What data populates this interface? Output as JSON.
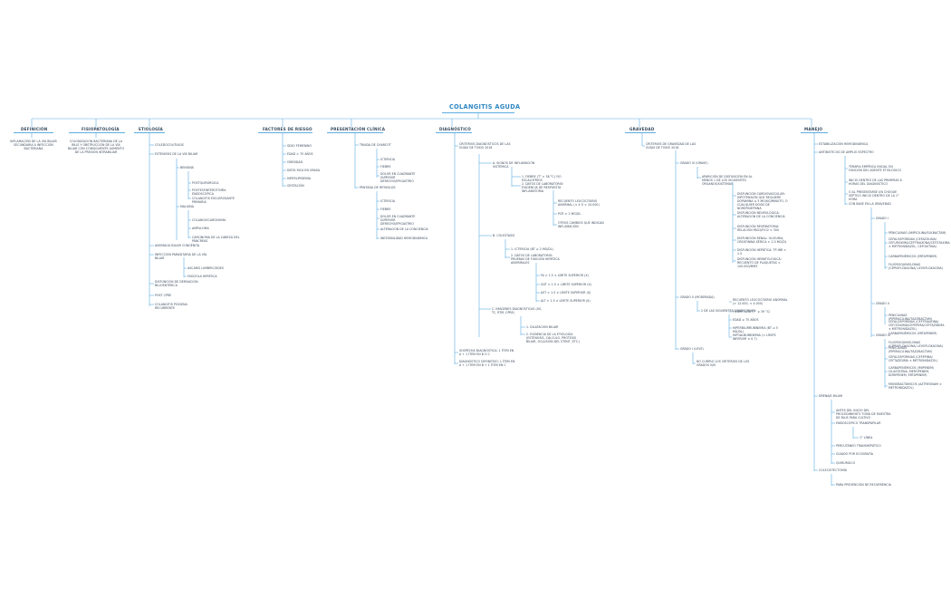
{
  "title": "COLANGITIS AGUDA",
  "sections": {
    "definicion": "DEFINICIÓN",
    "fisiopatologia": "FISIOPATOLOGÍA",
    "etiologia": "ETIOLOGÍA",
    "factores": "FACTORES DE RIESGO",
    "presentacion": "PRESENTACIÓN CLÍNICA",
    "diagnostico": "DIAGNÓSTICO",
    "gravedad": "GRAVEDAD",
    "manejo": "MANEJO"
  },
  "definicion": {
    "text": "INFLAMACIÓN DE LA VÍA BILIAR SECUNDARIA A INFECCIÓN BACTERIANA"
  },
  "fisiopatologia": {
    "text": "COLONIZACIÓN BACTERIANA DE LA BILIS Y OBSTRUCCIÓN DE LA VÍA BILIAR CON CONSIGUIENTE AUMENTO DE LA PRESIÓN INTRABILIAR"
  },
  "etiologia": {
    "i1": "COLEDOCOLITIASIS",
    "i2": "ESTENOSIS DE LA VÍA BILIAR",
    "benigna": "BENIGNA",
    "b1": "POSTQUIRÚRGICA",
    "b2": "POSTESFINTEROTOMÍA ENDOSCÓPICA",
    "b3": "COLANGITIS ESCLEROSANTE PRIMARIA",
    "maligna": "MALIGNA",
    "m1": "COLANGIOCARCINOMA",
    "m2": "AMPULOMA",
    "m3": "CARCINOMA DE LA CABEZA DEL PÁNCREAS",
    "i3": "ANOMALÍA BILIAR CONGÉNITA",
    "i4": "INFECCIÓN PARASITARIA DE LA VÍA BILIAR",
    "p1": "ASCARIS LUMBRICOIDES",
    "p2": "FASCIOLA HEPÁTICA",
    "i5": "DISFUNCIÓN DE DERIVACIÓN BILIOENTÉRICA",
    "i6": "POST CPRE",
    "i7": "COLANGITIS PIÓGENA RECURRENTE"
  },
  "factores": {
    "f1": "SEXO FEMENINO",
    "f2": "EDAD > 70 AÑOS",
    "f3": "OBESIDAD",
    "f4": "DIETA RICA EN GRASA",
    "f5": "HIPERLIPIDEMIA",
    "f6": "GESTACIÓN"
  },
  "presentacion": {
    "charcot": "TRIADA DE CHARCOT",
    "c1": "ICTERICIA",
    "c2": "FIEBRE",
    "c3": "DOLOR EN CUADRANTE SUPERIOR DERECHO/EPIGASTRIO",
    "reynolds": "PENTADA DE REYNOLDS",
    "r1": "ICTERICIA",
    "r2": "FIEBRE",
    "r3": "DOLOR EN CUADRANTE SUPERIOR DERECHO/EPIGASTRIO",
    "r4": "ALTERACIÓN DE LA CONCIENCIA",
    "r5": "INESTABILIDAD HEMODINÁMICA"
  },
  "diagnostico": {
    "crit": "CRITERIOS DIAGNÓSTICOS DE LAS GUÍAS DE TOKIO 2018",
    "a": "A. SIGNOS DE INFLAMACIÓN SISTÉMICA",
    "a1": "1. FIEBRE (T° > 38 °C) Y/O ESCALOFRÍOS",
    "a2": "2. DATOS DE LABORATORIO: EVIDENCIA DE RESPUESTA INFLAMATORIA",
    "a2a": "RECUENTO LEUCOCITARIO ANORMAL (< 4 Ó > 10.000)",
    "a2b": "PCR > 1 MG/DL",
    "a2c": "OTROS CAMBIOS QUE INDICAN INFLAMACIÓN",
    "b": "B. COLESTASIS",
    "b1": "1. ICTERICIA (BT ≥ 2 MG/DL)",
    "b2": "2. DATOS DE LABORATORIO: PRUEBAS DE FUNCIÓN HEPÁTICA ANORMALES",
    "b2a": "FA > 1.5 × LÍMITE SUPERIOR (X)",
    "b2b": "GGT > 1.5 × LÍMITE SUPERIOR (X)",
    "b2c": "AST > 1.5 × LÍMITE SUPERIOR (X)",
    "b2d": "ALT > 1.5 × LÍMITE SUPERIOR (X)",
    "c": "C. IMÁGENES DIAGNÓSTICAS (US, TC, RTM, CPRE)",
    "c1": "1. DILATACIÓN BILIAR",
    "c2": "2. EVIDENCIA DE LA ETIOLOGÍA (ESTENOSIS, CÁLCULO, PRÓTESIS BILIAR, OCLUSIÓN DEL STENT, ETC.)",
    "sosp": "SOSPECHA DIAGNÓSTICA: 1 ÍTEM EN A + 1 ÍTEM EN B O C",
    "def": "DIAGNÓSTICO DEFINITIVO: 1 ÍTEM EN A + 1 ÍTEM EN B + 1 ÍTEM EN C"
  },
  "gravedad": {
    "crit": "CRITERIOS DE GRAVEDAD DE LAS GUÍAS DE TOKIO 2018",
    "g3": "GRADO III (GRAVE)",
    "g3a": "APARICIÓN DE DISFUNCIÓN EN AL MENOS 1 DE LOS SIGUIENTES ÓRGANOS/SISTEMAS",
    "g3a1": "DISFUNCIÓN CARDIOVASCULAR: HIPOTENSIÓN QUE REQUIERE DOPAMINA ≥ 5 µG/KG/MINUTO, O CUALQUIER DOSIS DE NOREPINEFRINA",
    "g3a2": "DISFUNCIÓN NEUROLÓGICA: ALTERACIÓN DE LA CONCIENCIA",
    "g3a3": "DISFUNCIÓN RESPIRATORIA: RELACIÓN PAO2/FIO2 < 300",
    "g3a4": "DISFUNCIÓN RENAL: OLIGURIA, CREATININA SÉRICA > 2.0 MG/DL",
    "g3a5": "DISFUNCIÓN HEPÁTICA: TP-INR > 1.5",
    "g3a6": "DISFUNCIÓN HEMATOLÓGICA: RECUENTO DE PLAQUETAS < 100.000/MM3",
    "g2": "GRADO II (MODERADA)",
    "g2a": "2 DE LAS SIGUIENTES CONDICIONES",
    "g2a1": "RECUENTO LEUCOCITARIO ANORMAL (> 12.000, < 4.000)",
    "g2a2": "FIEBRE ALTA (T° ≥ 39 °C)",
    "g2a3": "EDAD ≥ 75 AÑOS",
    "g2a4": "HIPERBILIRRUBINEMIA (BT ≥ 5 MG/DL)",
    "g2a5": "HIPOALBUMINEMIA (< LÍMITE INFERIOR × 0.7)",
    "g1": "GRADO I (LEVE)",
    "g1a": "NO CUMPLE LOS CRITERIOS DE LOS GRADOS II/III"
  },
  "manejo": {
    "est": "ESTABILIZACIÓN HEMODINÁMICA",
    "atb": "ANTIBIÓTICOS DE AMPLIO ESPECTRO",
    "atb1": "TERAPIA EMPÍRICA INICIAL EN FUNCIÓN DEL AGENTE ETIOLÓGICO",
    "atb2": "INICIO DENTRO DE LAS PRIMERAS 6 HORAS DEL DIAGNÓSTICO",
    "atb3": "O AL PRESENTARSE UN CHOQUE SÉPTICO INICIO DENTRO DE LA 1° HORA",
    "atb4": "CON BASE EN LA GRAVEDAD",
    "gr1": "GRADO I",
    "gr1a": "PENICILINAS (AMPICILINA/SULBACTAM)",
    "gr1b": "CEFALOSPORINAS (CEFAZOLINA/ CEFUROXIMA/CEFTRIAXONA/CEFOTAXIMA ± METRONIDAZOL, CEFOXITINA)",
    "gr1c": "CARBAPENÉMICOS (ERTAPENEM)",
    "gr1d": "FLUOROQUINOLONAS (CIPROFLOXACINA/ LEVOFLOXACINA)",
    "gr2": "GRADO II",
    "gr2a": "PENICILINAS (PIPERACILINA/TAZOBACTAM)",
    "gr2b": "CEFALOSPORINAS (CEFTRIAXONA/ CEFOTAXIMA/CEFEPIMA/CEFTAZIDIMA ± METRONIDAZOL)",
    "gr2c": "CARBAPENÉMICOS (ERTAPENEM)",
    "gr2d": "FLUOROQUINOLONAS (CIPROFLOXACINA/ LEVOFLOXACINA)",
    "gr3": "GRADO III",
    "gr3a": "PENICILINAS (PIPERACILINA/TAZOBACTAM)",
    "gr3b": "CEFALOSPORINAS (CEFEPIMA/ CEFTAZIDIMA ± METRONIDAZOL)",
    "gr3c": "CARBAPENÉMICOS (IMIPENEM/ CILASTATINA, MEROPENEM, DORIPENEM, ERTAPENEM)",
    "gr3d": "MONOBACTÁMICOS (AZTREONAM ± METRONIDAZOL)",
    "dren": "DRENAJE BILIAR",
    "dren1": "ANTES DEL INICIO DEL PROCEDIMIENTO TOMA DE MUESTRA DE BILIS PARA CULTIVO",
    "dren2": "ENDOSCÓPICO TRANSPAPILAR",
    "dren2a": "1° LÍNEA",
    "dren3": "PERCUTÁNEO TRANSHEPÁTICO",
    "dren4": "GUIADO POR ECOGRAFÍA",
    "dren5": "QUIRÚRGICO",
    "col": "COLECISTECTOMÍA",
    "col1": "PARA PREVENCIÓN DE RECURRENCIA"
  }
}
